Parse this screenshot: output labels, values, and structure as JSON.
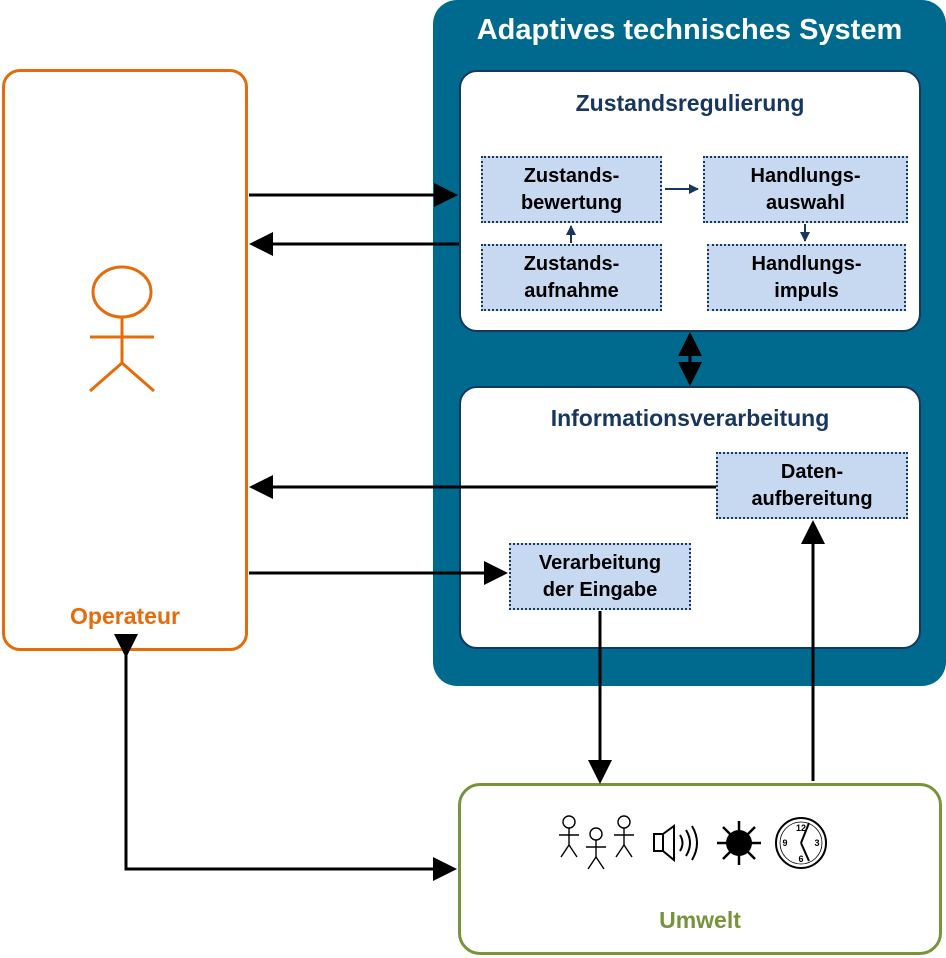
{
  "system": {
    "title": "Adaptives technisches System"
  },
  "zustandsregulierung": {
    "title": "Zustandsregulierung",
    "boxes": {
      "bewertung": [
        "Zustands-",
        "bewertung"
      ],
      "aufnahme": [
        "Zustands-",
        "aufnahme"
      ],
      "auswahl": [
        "Handlungs-",
        "auswahl"
      ],
      "impuls": [
        "Handlungs-",
        "impuls"
      ]
    }
  },
  "informationsverarbeitung": {
    "title": "Informationsverarbeitung",
    "boxes": {
      "aufbereitung": [
        "Daten-",
        "aufbereitung"
      ],
      "eingabe": [
        "Verarbeitung",
        "der Eingabe"
      ]
    }
  },
  "operator": {
    "label": "Operateur",
    "icon": "stick-figure-icon",
    "color": "#e46c0a"
  },
  "umwelt": {
    "label": "Umwelt",
    "color": "#77933c",
    "icons": [
      "people-icon",
      "speaker-icon",
      "sun-icon",
      "clock-icon"
    ],
    "clock_numbers": [
      "12",
      "3",
      "6",
      "9"
    ]
  },
  "colors": {
    "system": "#006a8e",
    "box_fill": "#c6d9f1",
    "navy": "#17375e"
  }
}
